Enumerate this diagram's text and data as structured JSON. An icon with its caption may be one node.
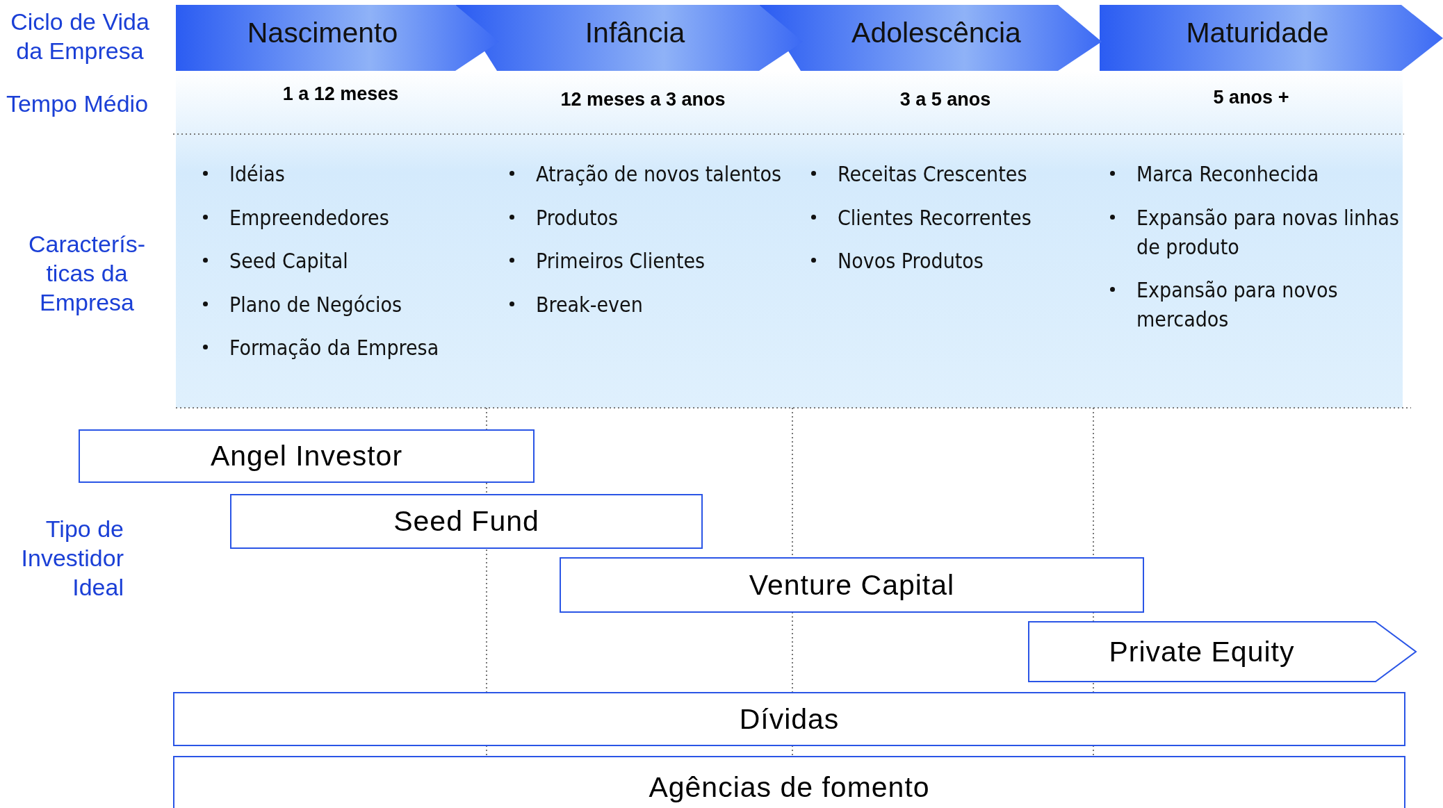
{
  "diagram": {
    "nodes": [
      {
        "text": [
          "Nascimento"
        ]
      },
      {
        "text": [
          "Infância"
        ]
      },
      {
        "text": [
          "Adolescência"
        ]
      },
      {
        "text": [
          "Maturidade"
        ]
      },
      {
        "text": [
          "Angel Investor"
        ]
      },
      {
        "text": [
          "Seed Fund"
        ]
      },
      {
        "text": [
          "Venture Capital"
        ]
      },
      {
        "text": [
          "Private Equity"
        ]
      },
      {
        "text": [
          "Dívidas"
        ]
      },
      {
        "text": [
          "Agências de fomento"
        ]
      }
    ],
    "edges": [],
    "labels": [
      "Ciclo de Vida da Empresa",
      "Tempo Médio",
      "1 a 12 meses",
      "12 meses a 3 anos",
      "3 a 5 anos",
      "5 anos +",
      "Caracterís- ticas da Empresa",
      "Idéias",
      "Atração de novos talentos",
      "Receitas Crescentes",
      "Marca Reconhecida",
      "Empreendedores",
      "Produtos",
      "Clientes Recorrentes",
      "Expansão para novas linhas de produto",
      "Seed Capital",
      "Primeiros Clientes",
      "Novos Produtos",
      "Expansão para novos mercados",
      "Plano de Negócios",
      "Break-even",
      "Formação da Empresa",
      "Tipo de Investidor Ideal"
    ]
  }
}
